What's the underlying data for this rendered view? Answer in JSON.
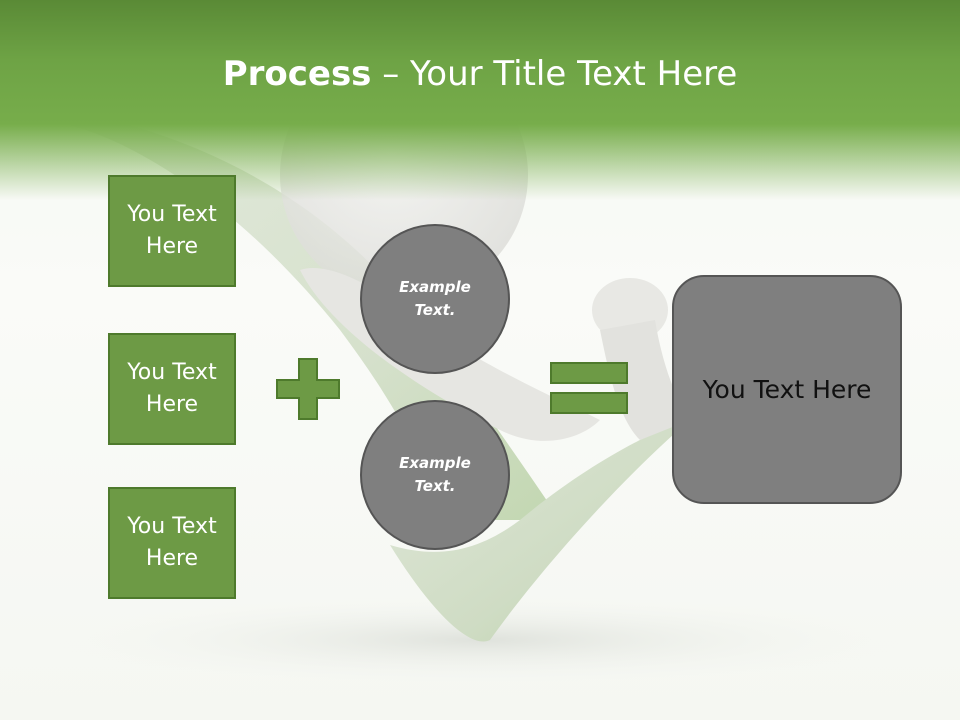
{
  "slide": {
    "title_bold": "Process",
    "title_rest": " – Your Title Text Here",
    "left_boxes": [
      {
        "label": "You Text Here"
      },
      {
        "label": "You Text Here"
      },
      {
        "label": "You Text Here"
      }
    ],
    "circles": [
      {
        "label": "Example Text."
      },
      {
        "label": "Example Text."
      }
    ],
    "operators": {
      "plus": "plus-icon",
      "equals": "equals-icon"
    },
    "result_label": "You Text Here",
    "colors": {
      "header_green": "#6ea345",
      "box_green": "#6d9a45",
      "box_border": "#4e7a2c",
      "circle_gray": "#7f7f7f",
      "result_gray": "#7f7f7f"
    }
  }
}
